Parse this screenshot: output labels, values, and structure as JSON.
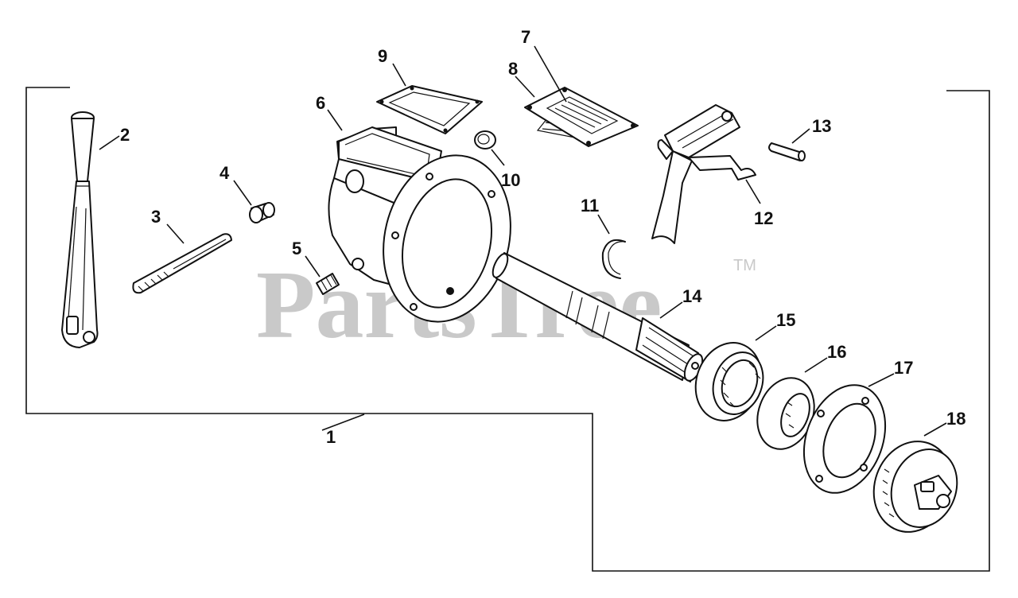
{
  "watermark": {
    "text": "PartsTree",
    "trademark": "TM"
  },
  "callouts": [
    {
      "id": "1",
      "text": "1"
    },
    {
      "id": "2",
      "text": "2"
    },
    {
      "id": "3",
      "text": "3"
    },
    {
      "id": "4",
      "text": "4"
    },
    {
      "id": "5",
      "text": "5"
    },
    {
      "id": "6",
      "text": "6"
    },
    {
      "id": "7",
      "text": "7"
    },
    {
      "id": "8",
      "text": "8"
    },
    {
      "id": "9",
      "text": "9"
    },
    {
      "id": "10",
      "text": "10"
    },
    {
      "id": "11",
      "text": "11"
    },
    {
      "id": "12",
      "text": "12"
    },
    {
      "id": "13",
      "text": "13"
    },
    {
      "id": "14",
      "text": "14"
    },
    {
      "id": "15",
      "text": "15"
    },
    {
      "id": "16",
      "text": "16"
    },
    {
      "id": "17",
      "text": "17"
    },
    {
      "id": "18",
      "text": "18"
    }
  ]
}
